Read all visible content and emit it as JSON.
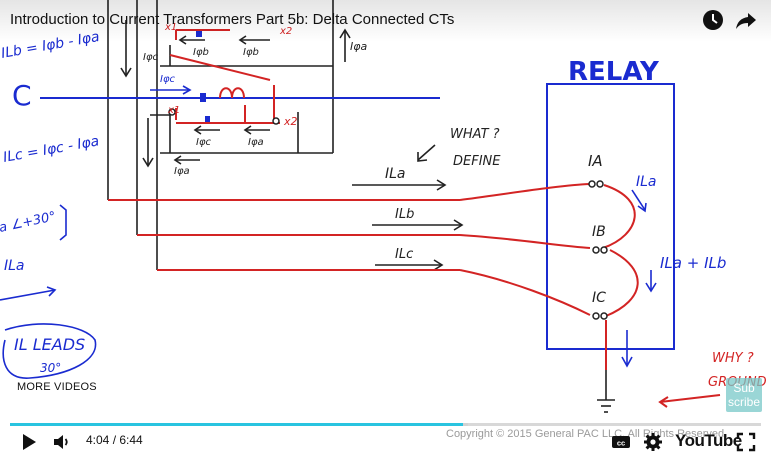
{
  "player": {
    "title": "Introduction to Current Transformers Part 5b: Delta Connected CTs",
    "more_videos": "MORE VIDEOS",
    "current_time": "4:04",
    "duration": "6:44",
    "time_separator": " / ",
    "progress_fraction": 0.603,
    "buffered_fraction": 0.61,
    "youtube_logo": "YouTube",
    "copyright": "Copyright © 2015 General PAC LLC. All Rights Reserved.",
    "subscribe_line1": "Sub",
    "subscribe_line2": "scribe",
    "progress_color": "#29c4e0",
    "icons": {
      "watch_later": "clock-icon",
      "share": "share-arrow-icon",
      "play": "play-icon",
      "volume": "volume-icon",
      "captions": "cc-icon",
      "settings": "gear-icon",
      "fullscreen": "fullscreen-icon"
    }
  },
  "whiteboard": {
    "relay_label": "RELAY",
    "phase_c": "C",
    "eq_ilb": "ILb = Iφb - Iφa",
    "eq_ilc": "ILc = Iφc - Iφa",
    "what_define_1": "WHAT ?",
    "what_define_2": "DEFINE",
    "line_current_a": "ILa",
    "line_current_b": "ILb",
    "line_current_c": "ILc",
    "relay_ia": "IA",
    "relay_ib": "IB",
    "relay_ic": "IC",
    "loop_ila": "ILa",
    "loop_sum": "ILa + ILb",
    "phasor_note": "a ∠+30°",
    "ila_margin": "ILa",
    "leads_note": "IL LEADS",
    "leads_angle": "30°",
    "why_note": "WHY ?",
    "ground_note": "GROUND",
    "x1_top": "x1",
    "x2_top": "x2",
    "x1_mid": "x1",
    "x2_mid": "x2",
    "iphi_b": "Iφb",
    "iphi_b2": "Iφb",
    "iphi_c": "Iφc",
    "iphi_c2": "Iφc",
    "iphi_c3": "Iφc",
    "iphi_a": "Iφa",
    "iphi_a2": "Iφa",
    "iphi_a3": "Iφa"
  }
}
